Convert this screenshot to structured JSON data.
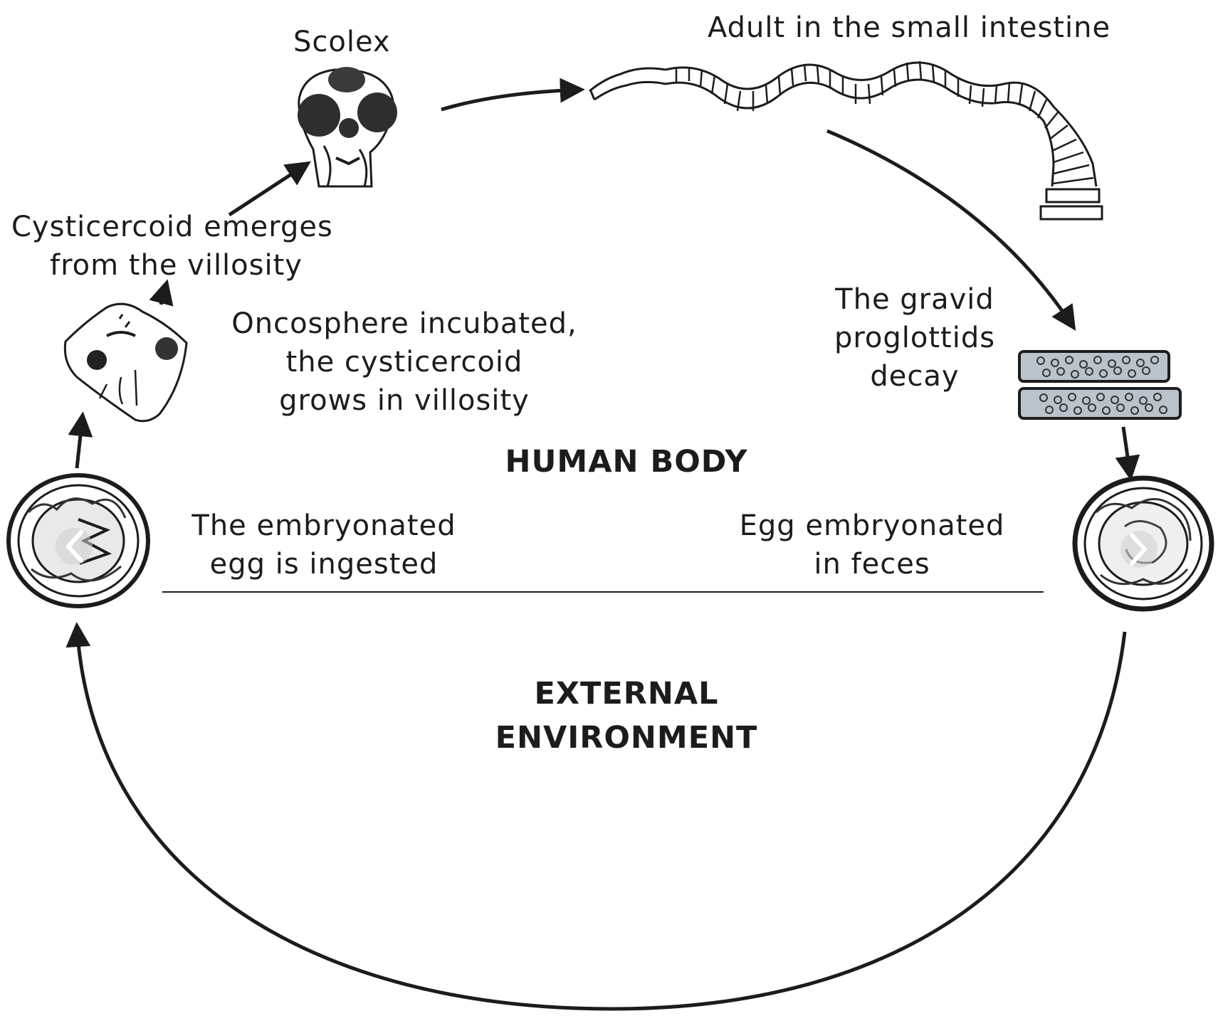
{
  "labels": {
    "scolex": "Scolex",
    "adult": "Adult in the small intestine",
    "cysticercoid_emerges": [
      "Cysticercoid emerges",
      "from the villosity"
    ],
    "oncosphere": [
      "Oncosphere incubated,",
      "the cysticercoid",
      "grows in villosity"
    ],
    "gravid": [
      "The gravid",
      "proglottids",
      "decay"
    ],
    "egg_ingested": [
      "The embryonated",
      "egg is ingested"
    ],
    "egg_feces": [
      "Egg embryonated",
      "in feces"
    ]
  },
  "regions": {
    "human_body": "HUMAN BODY",
    "external_environment": [
      "EXTERNAL",
      "ENVIRONMENT"
    ]
  },
  "nav": {
    "prev_icon": "chevron-left-icon",
    "next_icon": "chevron-right-icon"
  },
  "colors": {
    "ink": "#1c1c1c",
    "egg_shade": "#4a4a4a",
    "proglottid_fill": "#b9c3cc"
  }
}
